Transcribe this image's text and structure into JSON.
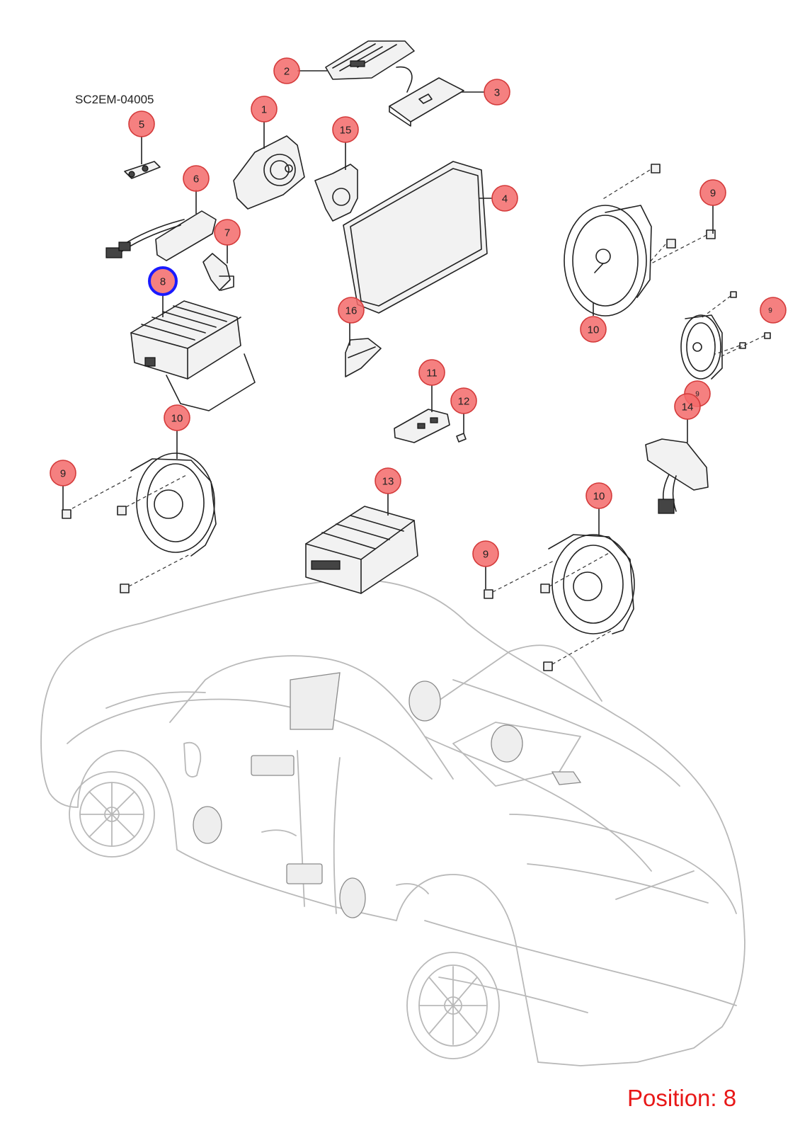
{
  "diagram": {
    "code": "SC2EM-04005",
    "position_label": "Position: 8",
    "selected_callout": "8",
    "callout_color": "#f36a6a",
    "selection_color": "#1a1aff",
    "label_color": "#e81818"
  },
  "callouts": [
    {
      "id": "c1",
      "label": "1"
    },
    {
      "id": "c2",
      "label": "2"
    },
    {
      "id": "c3",
      "label": "3"
    },
    {
      "id": "c4",
      "label": "4"
    },
    {
      "id": "c5",
      "label": "5"
    },
    {
      "id": "c6",
      "label": "6"
    },
    {
      "id": "c7",
      "label": "7"
    },
    {
      "id": "c8",
      "label": "8"
    },
    {
      "id": "c9a",
      "label": "9"
    },
    {
      "id": "c9b",
      "label": "9"
    },
    {
      "id": "c9c",
      "label": "9"
    },
    {
      "id": "c9d",
      "label": "9"
    },
    {
      "id": "c9e",
      "label": "9"
    },
    {
      "id": "c10a",
      "label": "10"
    },
    {
      "id": "c10b",
      "label": "10"
    },
    {
      "id": "c10c",
      "label": "10"
    },
    {
      "id": "c11",
      "label": "11"
    },
    {
      "id": "c12",
      "label": "12"
    },
    {
      "id": "c13",
      "label": "13"
    },
    {
      "id": "c14",
      "label": "14"
    },
    {
      "id": "c15",
      "label": "15"
    },
    {
      "id": "c16",
      "label": "16"
    }
  ]
}
